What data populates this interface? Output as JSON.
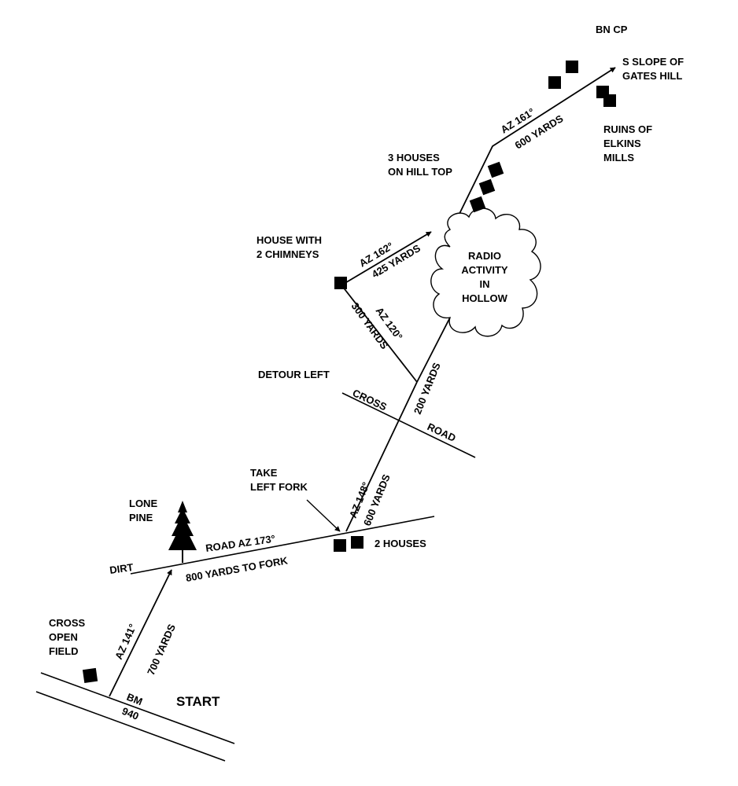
{
  "map": {
    "ink_color": "#000000",
    "background_color": "#ffffff",
    "icons": {
      "building": "building-icon",
      "pine": "pine-tree-icon",
      "cloud": "cloud-icon",
      "arrow": "arrowhead-icon"
    },
    "labels": {
      "start": "START",
      "bm_line1": "BM",
      "bm_line2": "940",
      "cross_field_1": "CROSS",
      "cross_field_2": "OPEN",
      "cross_field_3": "FIELD",
      "leg1_az": "AZ 141°",
      "leg1_dist": "700 YARDS",
      "lone_pine_1": "LONE",
      "lone_pine_2": "PINE",
      "dirt": "DIRT",
      "road_az": "ROAD AZ 173°",
      "road_dist": "800 YARDS TO FORK",
      "two_houses": "2 HOUSES",
      "take_left_fork_1": "TAKE",
      "take_left_fork_2": "LEFT FORK",
      "leg3_az": "AZ 148°",
      "leg3_dist": "600 YARDS",
      "cross_road_1": "CROSS",
      "cross_road_2": "ROAD",
      "detour_left": "DETOUR LEFT",
      "leg4_dist": "200 YARDS",
      "detour_az": "AZ 120°",
      "detour_dist": "300 YARDS",
      "house_chimneys_1": "HOUSE WITH",
      "house_chimneys_2": "2 CHIMNEYS",
      "leg5_az": "AZ 162°",
      "leg5_dist": "425 YARDS",
      "radio_1": "RADIO",
      "radio_2": "ACTIVITY",
      "radio_3": "IN",
      "radio_4": "HOLLOW",
      "three_houses_1": "3 HOUSES",
      "three_houses_2": "ON HILL TOP",
      "leg6_az": "AZ 161°",
      "leg6_dist": "600 YARDS",
      "bn_cp": "BN CP",
      "gates_hill_1": "S SLOPE OF",
      "gates_hill_2": "GATES HILL",
      "ruins_1": "RUINS OF",
      "ruins_2": "ELKINS",
      "ruins_3": "MILLS"
    }
  }
}
